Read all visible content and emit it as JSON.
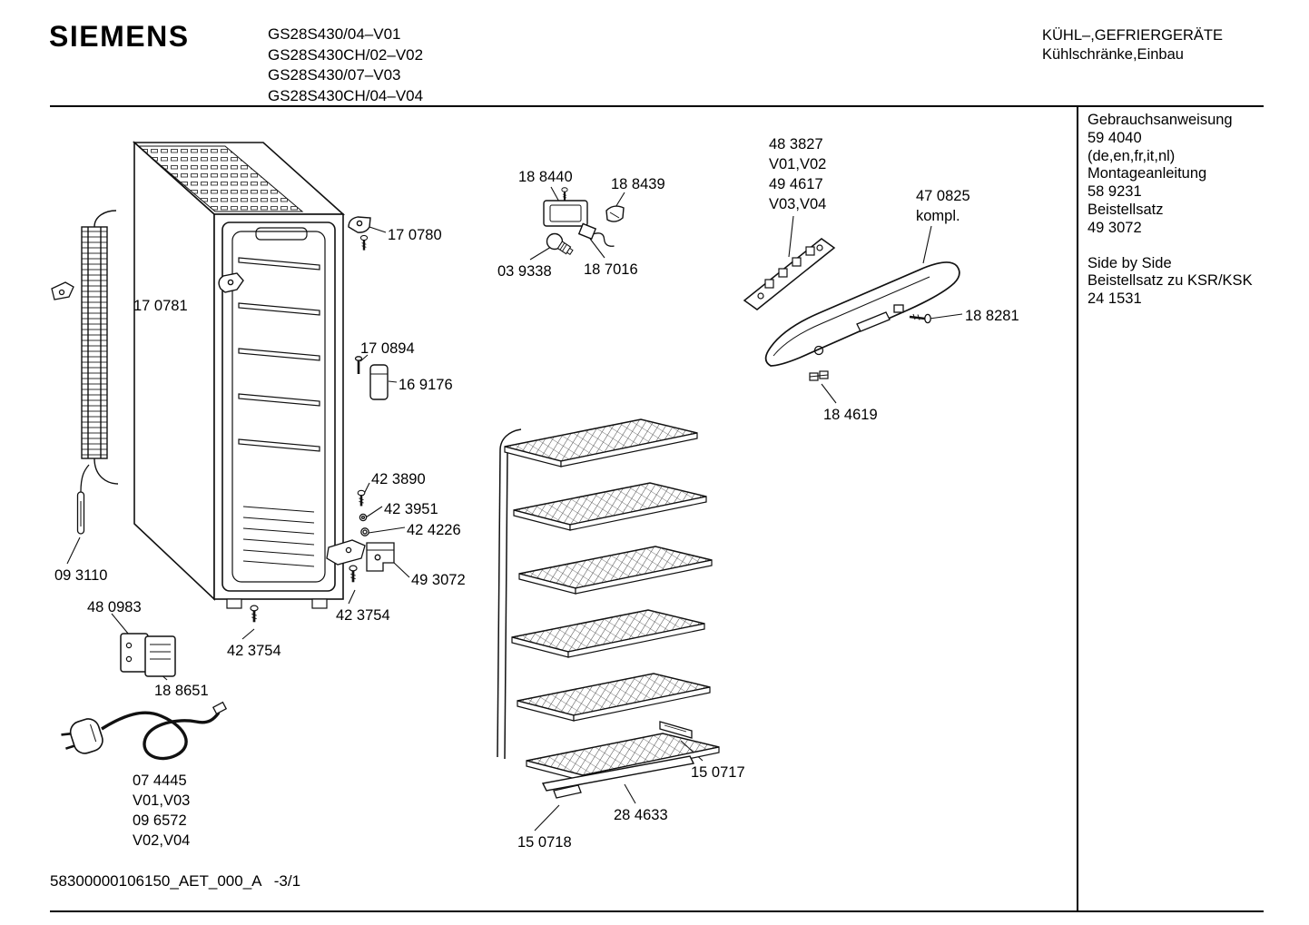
{
  "header": {
    "brand": "SIEMENS",
    "models": [
      "GS28S430/04–V01",
      "GS28S430CH/02–V02",
      "GS28S430/07–V03",
      "GS28S430CH/04–V04"
    ],
    "category": [
      "KÜHL–,GEFRIERGERÄTE",
      "Kühlschränke,Einbau"
    ]
  },
  "sidebar": {
    "block1": [
      "Gebrauchsanweisung",
      "59 4040",
      "(de,en,fr,it,nl)",
      "Montageanleitung",
      "58 9231",
      "Beistellsatz",
      "49 3072"
    ],
    "block2": [
      "Side by Side",
      "Beistellsatz zu KSR/KSK",
      "24 1531"
    ]
  },
  "parts": {
    "hinge_top": "17 0780",
    "hinge_mid": "17 0781",
    "lamp_housing": "18 8440",
    "lamp_clip": "18 8439",
    "bulb": "03 9338",
    "lamp_socket": "18 7016",
    "pcb_lines": [
      "48 3827",
      "V01,V02",
      "49 4617",
      "V03,V04"
    ],
    "panel_lines": [
      "47 0825",
      "kompl."
    ],
    "panel_screw": "18 8281",
    "panel_clip": "18 4619",
    "hinge_pin": "17 0894",
    "bushing": "16 9176",
    "screw_top": "42 3890",
    "washer": "42 3951",
    "grommet": "42 4226",
    "bracket": "49 3072",
    "screw_front": "42 3754",
    "screw_base": "42 3754",
    "sensor": "09 3110",
    "transformer": "48 0983",
    "switch": "18 8651",
    "cord_lines": [
      "07 4445",
      "V01,V03",
      "09 6572",
      "V02,V04"
    ],
    "shelf_rail": "15 0717",
    "shelf_bar": "28 4633",
    "shelf_clip": "15 0718"
  },
  "footer": "58300000106150_AET_000_A   -3/1"
}
